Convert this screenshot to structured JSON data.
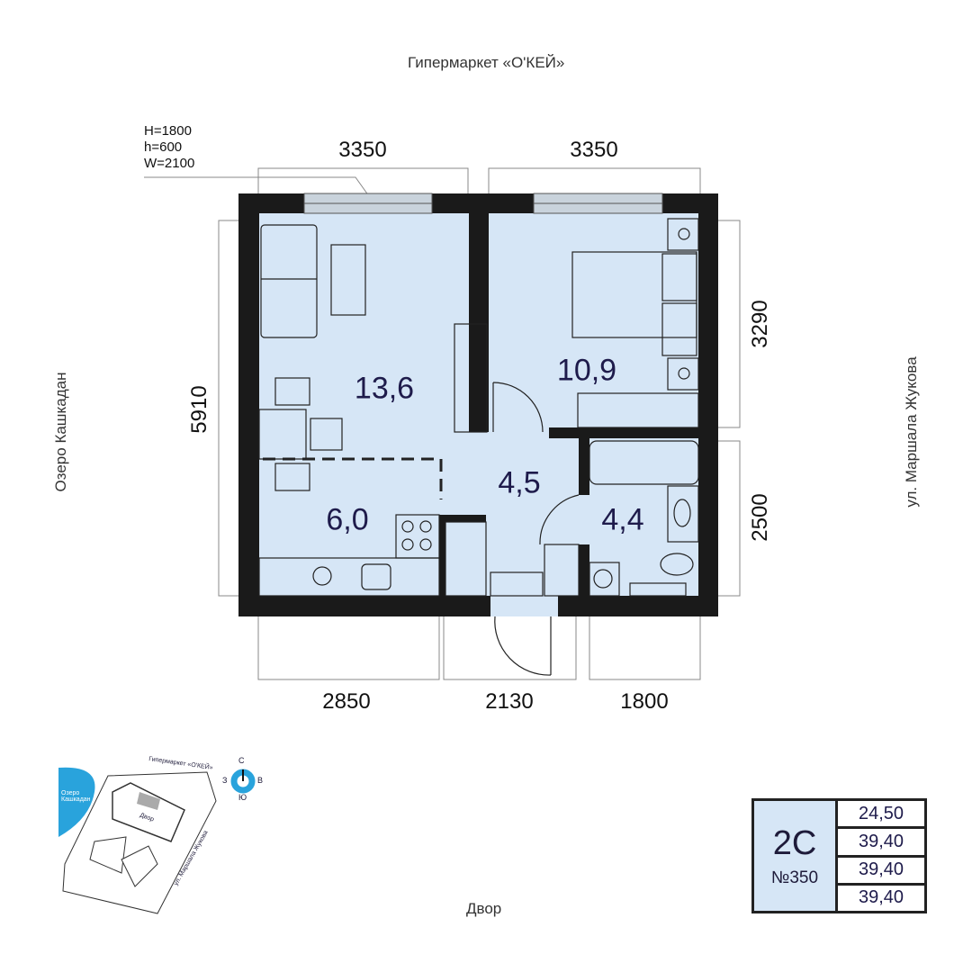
{
  "surroundings": {
    "top": "Гипермаркет «О'КЕЙ»",
    "left": "Озеро Кашкадан",
    "right": "ул. Маршала Жукова",
    "bottom": "Двор"
  },
  "window_spec": [
    "H=1800",
    "h=600",
    "W=2100"
  ],
  "dimensions": {
    "top_left": "3350",
    "top_right": "3350",
    "left": "5910",
    "right_top": "3290",
    "right_bottom": "2500",
    "bottom_left": "2850",
    "bottom_mid": "2130",
    "bottom_right": "1800"
  },
  "rooms": {
    "living": "13,6",
    "bedroom": "10,9",
    "hall": "4,5",
    "kitchen": "6,0",
    "bathroom": "4,4"
  },
  "minimap": {
    "top": "Гипермаркет «О'КЕЙ»",
    "lake": "Озеро Кашкадан",
    "yard": "Двор",
    "street": "ул. Маршала Жукова",
    "compass": {
      "n": "С",
      "s": "Ю",
      "w": "З",
      "e": "В"
    }
  },
  "info": {
    "type": "2С",
    "number": "№350",
    "areas": [
      "24,50",
      "39,40",
      "39,40",
      "39,40"
    ]
  },
  "colors": {
    "wall": "#1a1a1a",
    "floor": "#d6e6f6",
    "accent": "#29a3dc",
    "text": "#1e1b4b"
  }
}
